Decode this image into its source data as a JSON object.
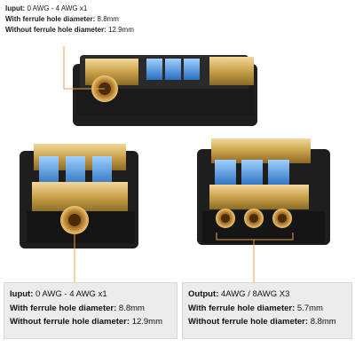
{
  "top_spec": {
    "line1_label": "Iuput:",
    "line1_value": "0 AWG - 4 AWG x1",
    "line2_label": "With ferrule hole diameter:",
    "line2_value": "8.8mm",
    "line3_label": "Without ferrule hole diameter:",
    "line3_value": "12.9mm"
  },
  "left_panel": {
    "line1_label": "Iuput:",
    "line1_value": "0 AWG - 4 AWG x1",
    "line2_label": "With ferrule hole diameter:",
    "line2_value": "8.8mm",
    "line3_label": "Without ferrule hole diameter:",
    "line3_value": "12.9mm"
  },
  "right_panel": {
    "line1_label": "Output:",
    "line1_value": "4AWG / 8AWG X3",
    "line2_label": "With ferrule hole diameter:",
    "line2_value": "5.7mm",
    "line3_label": "Without ferrule hole diameter:",
    "line3_value": "8.8mm"
  },
  "colors": {
    "callout_line": "#e8a04a",
    "housing": "#1e1e1e",
    "gold": "#c9a24a",
    "fuse_blue": "#3f8fd9",
    "panel_bg": "#ebebeb"
  }
}
